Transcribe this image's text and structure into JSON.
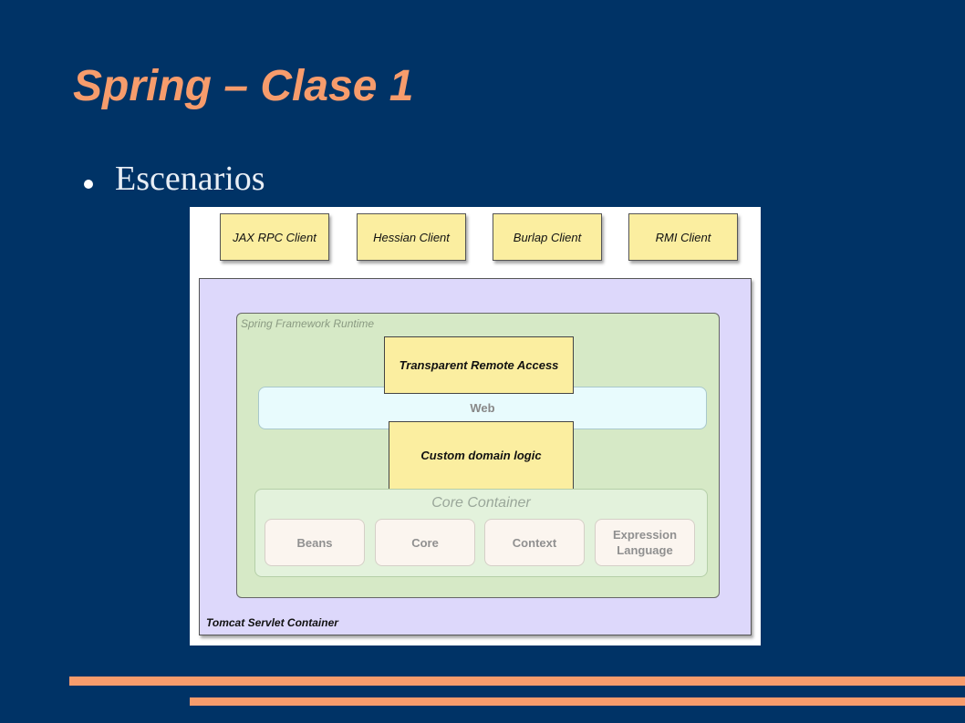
{
  "slide": {
    "title": "Spring – Clase 1",
    "bullet": "Escenarios"
  },
  "diagram": {
    "clients": [
      "JAX RPC Client",
      "Hessian Client",
      "Burlap Client",
      "RMI Client"
    ],
    "tomcat_label": "Tomcat Servlet Container",
    "spring_label": "Spring Framework Runtime",
    "transparent_remote_access": "Transparent Remote Access",
    "web": "Web",
    "custom_domain_logic": "Custom domain logic",
    "core_container": "Core Container",
    "modules": {
      "beans": "Beans",
      "core": "Core",
      "context": "Context",
      "expression_language": "Expression Language"
    }
  },
  "colors": {
    "background": "#003366",
    "accent": "#f79c6c",
    "client_fill": "#fbeea0",
    "tomcat_fill": "#ddd8fb",
    "spring_fill": "#d6e9c6",
    "web_fill": "#e8fbfd"
  }
}
